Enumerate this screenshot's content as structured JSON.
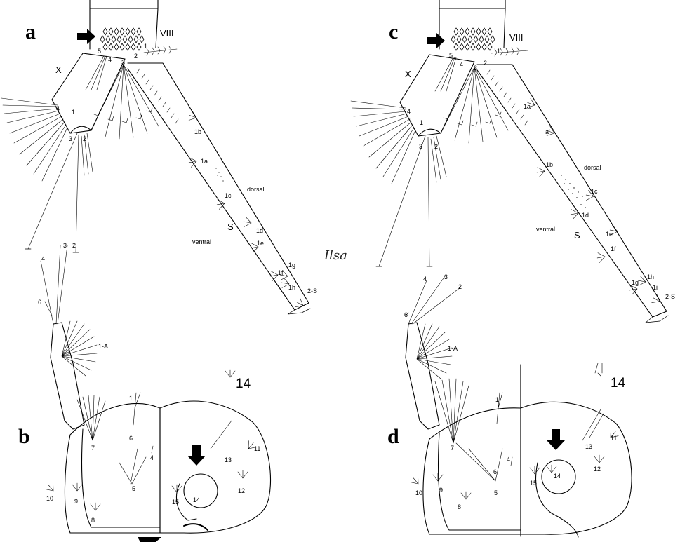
{
  "panels": {
    "a": "a",
    "b": "b",
    "c": "c",
    "d": "d"
  },
  "segments": {
    "viii": "VIII",
    "x": "X",
    "siphon": "S"
  },
  "orientation": {
    "dorsal": "dorsal",
    "ventral": "ventral"
  },
  "signature": "Ilsa",
  "abdomen_setae": {
    "s1": "1",
    "s2": "2",
    "s3": "3",
    "s4": "4",
    "s5": "5"
  },
  "segment_x_setae": {
    "s1": "1",
    "s2": "2",
    "s3": "3",
    "s4": "4"
  },
  "siphon_setae_a": {
    "s1a": "1a",
    "s1b": "1b",
    "s1c": "1c",
    "s1d": "1d",
    "s1e": "1e",
    "s1f": "1f",
    "s1g": "1g",
    "s1h": "1h",
    "s2s": "2-S"
  },
  "siphon_setae_c": {
    "s1a": "1a",
    "s1b": "1b",
    "s1c": "1c",
    "s1d": "1d",
    "s1e": "1e",
    "s1f": "1f",
    "s1g": "1g",
    "s1h": "1h",
    "s1i": "1i",
    "s2s": "2-S",
    "aprime": "a'"
  },
  "antenna_setae": {
    "s1a": "1-A",
    "s2": "2",
    "s3": "3",
    "s4": "4",
    "s6": "6"
  },
  "head_setae": {
    "s1": "1",
    "s4": "4",
    "s5": "5",
    "s6": "6",
    "s7": "7",
    "s8": "8",
    "s9": "9",
    "s10": "10",
    "s11": "11",
    "s12": "12",
    "s13": "13",
    "s14": "14",
    "s15": "15"
  }
}
